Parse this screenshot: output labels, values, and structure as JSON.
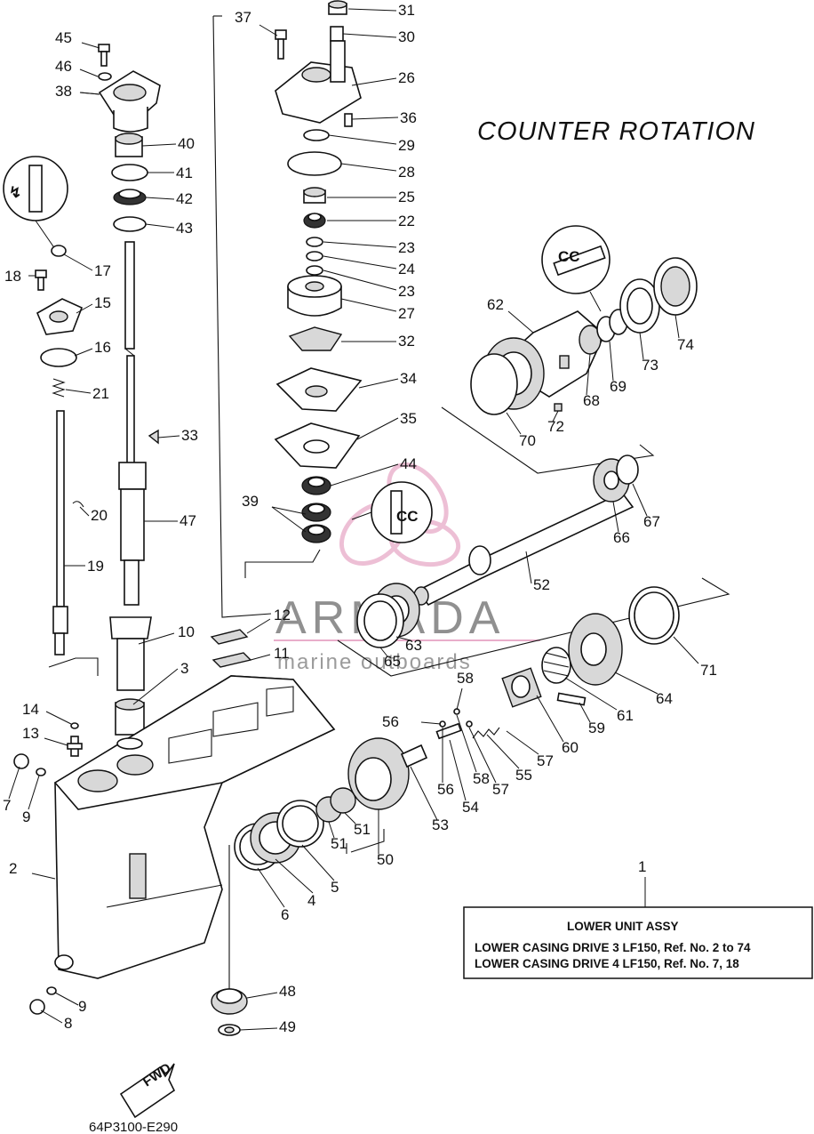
{
  "title": "COUNTER  ROTATION",
  "diagram_code": "64P3100-E290",
  "fwd_label": "FWD",
  "watermark": {
    "brand": "ARMADA",
    "tagline": "marine outboards"
  },
  "info_box": {
    "ref_number": "1",
    "heading": "LOWER UNIT ASSY",
    "line1": "LOWER CASING DRIVE 3 LF150,  Ref. No. 2 to 74",
    "line2": "LOWER CASING DRIVE 4 LF150,  Ref. No. 7, 18"
  },
  "callout_icons": [
    {
      "name": "grease",
      "glyph": "↯"
    },
    {
      "name": "locking-agent",
      "glyph": "CC"
    },
    {
      "name": "locking-agent",
      "glyph": "CC"
    }
  ],
  "parts": [
    "2",
    "3",
    "4",
    "5",
    "6",
    "7",
    "8",
    "9",
    "9",
    "10",
    "11",
    "12",
    "13",
    "14",
    "15",
    "16",
    "17",
    "18",
    "19",
    "20",
    "21",
    "22",
    "23",
    "23",
    "24",
    "25",
    "26",
    "27",
    "28",
    "29",
    "30",
    "31",
    "32",
    "33",
    "34",
    "35",
    "36",
    "37",
    "38",
    "39",
    "40",
    "41",
    "42",
    "43",
    "44",
    "45",
    "46",
    "47",
    "48",
    "49",
    "50",
    "51",
    "51",
    "52",
    "53",
    "54",
    "55",
    "56",
    "56",
    "57",
    "57",
    "58",
    "58",
    "59",
    "60",
    "61",
    "62",
    "63",
    "64",
    "65",
    "66",
    "67",
    "68",
    "69",
    "70",
    "71",
    "72",
    "73",
    "74"
  ]
}
